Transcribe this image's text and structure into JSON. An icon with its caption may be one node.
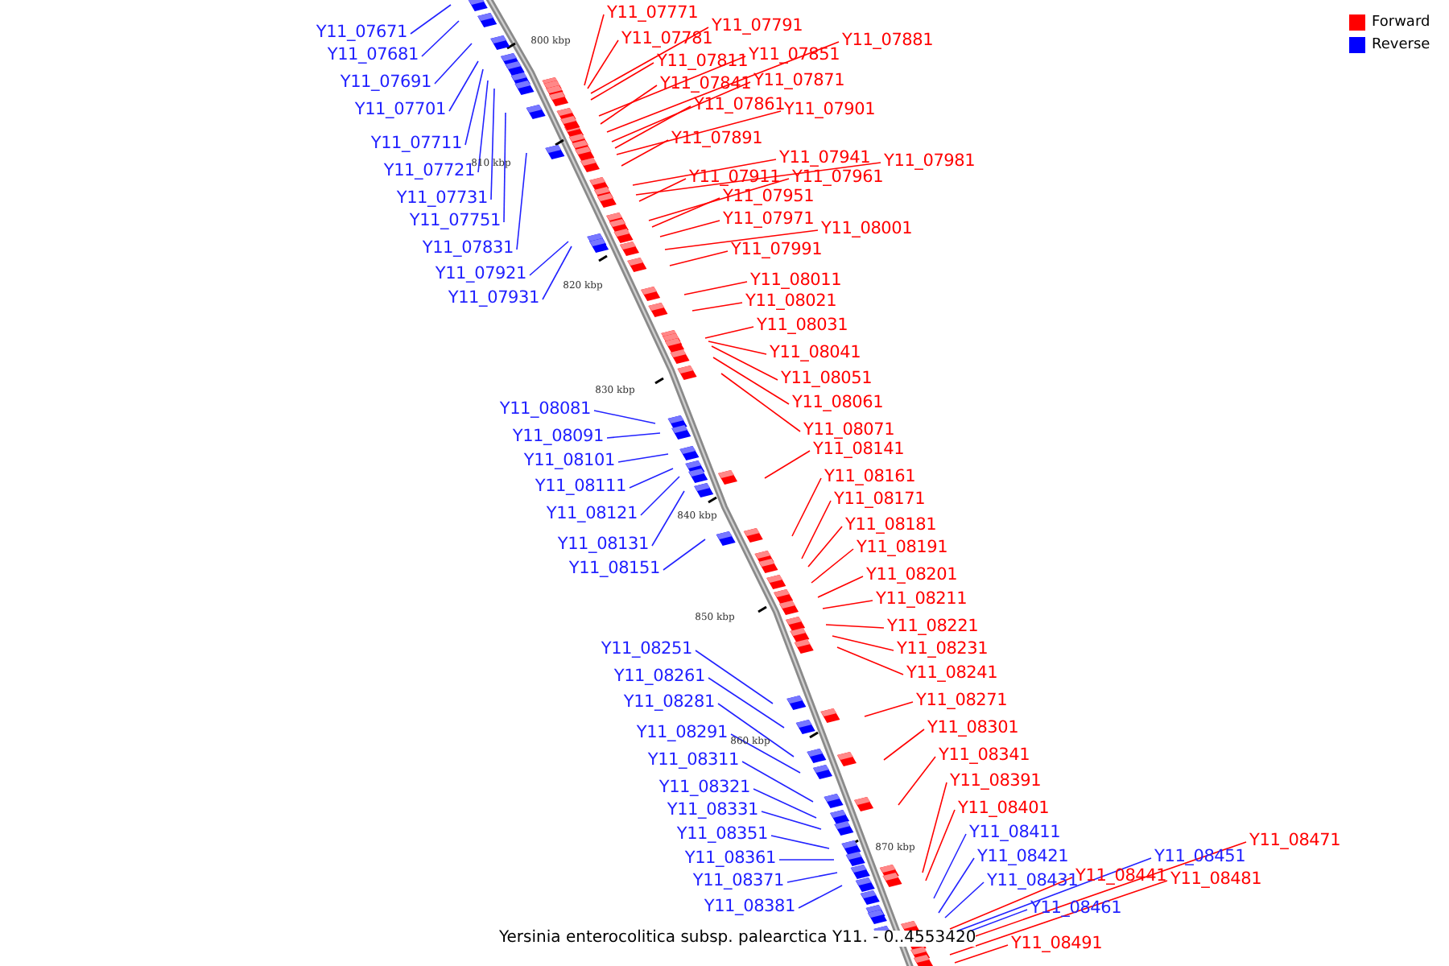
{
  "diagram": {
    "caption": "Yersinia enterocolitica subsp. palearctica Y11. - 0..4553420",
    "nodes": [
      {
        "text": [
          "Y11_07671"
        ]
      },
      {
        "text": [
          "Y11_07681"
        ]
      },
      {
        "text": [
          "Y11_07691"
        ]
      },
      {
        "text": [
          "Y11_07701"
        ]
      },
      {
        "text": [
          "Y11_07711"
        ]
      },
      {
        "text": [
          "Y11_07721"
        ]
      },
      {
        "text": [
          "Y11_07731"
        ]
      },
      {
        "text": [
          "Y11_07751"
        ]
      },
      {
        "text": [
          "Y11_07831"
        ]
      },
      {
        "text": [
          "Y11_07921"
        ]
      },
      {
        "text": [
          "Y11_07931"
        ]
      },
      {
        "text": [
          "Y11_08081"
        ]
      },
      {
        "text": [
          "Y11_08091"
        ]
      },
      {
        "text": [
          "Y11_08101"
        ]
      },
      {
        "text": [
          "Y11_08111"
        ]
      },
      {
        "text": [
          "Y11_08121"
        ]
      },
      {
        "text": [
          "Y11_08131"
        ]
      },
      {
        "text": [
          "Y11_08151"
        ]
      },
      {
        "text": [
          "Y11_08251"
        ]
      },
      {
        "text": [
          "Y11_08261"
        ]
      },
      {
        "text": [
          "Y11_08281"
        ]
      },
      {
        "text": [
          "Y11_08291"
        ]
      },
      {
        "text": [
          "Y11_08311"
        ]
      },
      {
        "text": [
          "Y11_08321"
        ]
      },
      {
        "text": [
          "Y11_08331"
        ]
      },
      {
        "text": [
          "Y11_08351"
        ]
      },
      {
        "text": [
          "Y11_08361"
        ]
      },
      {
        "text": [
          "Y11_08371"
        ]
      },
      {
        "text": [
          "Y11_08381"
        ]
      },
      {
        "text": [
          "Y11_07771"
        ]
      },
      {
        "text": [
          "Y11_07781"
        ]
      },
      {
        "text": [
          "Y11_07791"
        ]
      },
      {
        "text": [
          "Y11_07811"
        ]
      },
      {
        "text": [
          "Y11_07851"
        ]
      },
      {
        "text": [
          "Y11_07881"
        ]
      },
      {
        "text": [
          "Y11_07841"
        ]
      },
      {
        "text": [
          "Y11_07871"
        ]
      },
      {
        "text": [
          "Y11_07861"
        ]
      },
      {
        "text": [
          "Y11_07901"
        ]
      },
      {
        "text": [
          "Y11_07891"
        ]
      },
      {
        "text": [
          "Y11_07941"
        ]
      },
      {
        "text": [
          "Y11_07981"
        ]
      },
      {
        "text": [
          "Y11_07911"
        ]
      },
      {
        "text": [
          "Y11_07961"
        ]
      },
      {
        "text": [
          "Y11_07951"
        ]
      },
      {
        "text": [
          "Y11_07971"
        ]
      },
      {
        "text": [
          "Y11_08001"
        ]
      },
      {
        "text": [
          "Y11_07991"
        ]
      },
      {
        "text": [
          "Y11_08011"
        ]
      },
      {
        "text": [
          "Y11_08021"
        ]
      },
      {
        "text": [
          "Y11_08031"
        ]
      },
      {
        "text": [
          "Y11_08041"
        ]
      },
      {
        "text": [
          "Y11_08051"
        ]
      },
      {
        "text": [
          "Y11_08061"
        ]
      },
      {
        "text": [
          "Y11_08071"
        ]
      },
      {
        "text": [
          "Y11_08141"
        ]
      },
      {
        "text": [
          "Y11_08161"
        ]
      },
      {
        "text": [
          "Y11_08171"
        ]
      },
      {
        "text": [
          "Y11_08181"
        ]
      },
      {
        "text": [
          "Y11_08191"
        ]
      },
      {
        "text": [
          "Y11_08201"
        ]
      },
      {
        "text": [
          "Y11_08211"
        ]
      },
      {
        "text": [
          "Y11_08221"
        ]
      },
      {
        "text": [
          "Y11_08231"
        ]
      },
      {
        "text": [
          "Y11_08241"
        ]
      },
      {
        "text": [
          "Y11_08271"
        ]
      },
      {
        "text": [
          "Y11_08301"
        ]
      },
      {
        "text": [
          "Y11_08341"
        ]
      },
      {
        "text": [
          "Y11_08391"
        ]
      },
      {
        "text": [
          "Y11_08401"
        ]
      },
      {
        "text": [
          "Y11_08411"
        ]
      },
      {
        "text": [
          "Y11_08421"
        ]
      },
      {
        "text": [
          "Y11_08431"
        ]
      },
      {
        "text": [
          "Y11_08441"
        ]
      },
      {
        "text": [
          "Y11_08451"
        ]
      },
      {
        "text": [
          "Y11_08471"
        ]
      },
      {
        "text": [
          "Y11_08481"
        ]
      },
      {
        "text": [
          "Y11_08461"
        ]
      },
      {
        "text": [
          "Y11_08491"
        ]
      }
    ],
    "edges": [
      {
        "from": 0,
        "to": null,
        "arrow": "none",
        "color": "#2222ff"
      },
      {
        "from": 1,
        "to": null,
        "arrow": "none",
        "color": "#2222ff"
      },
      {
        "from": 2,
        "to": null,
        "arrow": "none",
        "color": "#2222ff"
      },
      {
        "from": 3,
        "to": null,
        "arrow": "none",
        "color": "#2222ff"
      },
      {
        "from": 4,
        "to": null,
        "arrow": "none",
        "color": "#2222ff"
      },
      {
        "from": 5,
        "to": null,
        "arrow": "none",
        "color": "#2222ff"
      },
      {
        "from": 6,
        "to": null,
        "arrow": "none",
        "color": "#2222ff"
      },
      {
        "from": 7,
        "to": null,
        "arrow": "none",
        "color": "#2222ff"
      },
      {
        "from": 8,
        "to": null,
        "arrow": "none",
        "color": "#2222ff"
      },
      {
        "from": 9,
        "to": null,
        "arrow": "none",
        "color": "#2222ff"
      },
      {
        "from": 10,
        "to": null,
        "arrow": "none",
        "color": "#2222ff"
      },
      {
        "from": 11,
        "to": null,
        "arrow": "none",
        "color": "#2222ff"
      },
      {
        "from": 12,
        "to": null,
        "arrow": "none",
        "color": "#2222ff"
      },
      {
        "from": 13,
        "to": null,
        "arrow": "none",
        "color": "#2222ff"
      },
      {
        "from": 14,
        "to": null,
        "arrow": "none",
        "color": "#2222ff"
      },
      {
        "from": 15,
        "to": null,
        "arrow": "none",
        "color": "#2222ff"
      },
      {
        "from": 16,
        "to": null,
        "arrow": "none",
        "color": "#2222ff"
      },
      {
        "from": 17,
        "to": null,
        "arrow": "none",
        "color": "#2222ff"
      },
      {
        "from": 18,
        "to": null,
        "arrow": "none",
        "color": "#2222ff"
      },
      {
        "from": 19,
        "to": null,
        "arrow": "none",
        "color": "#2222ff"
      },
      {
        "from": 20,
        "to": null,
        "arrow": "none",
        "color": "#2222ff"
      },
      {
        "from": 21,
        "to": null,
        "arrow": "none",
        "color": "#2222ff"
      },
      {
        "from": 22,
        "to": null,
        "arrow": "none",
        "color": "#2222ff"
      },
      {
        "from": 23,
        "to": null,
        "arrow": "none",
        "color": "#2222ff"
      },
      {
        "from": 24,
        "to": null,
        "arrow": "none",
        "color": "#2222ff"
      },
      {
        "from": 25,
        "to": null,
        "arrow": "none",
        "color": "#2222ff"
      },
      {
        "from": 26,
        "to": null,
        "arrow": "none",
        "color": "#2222ff"
      },
      {
        "from": 27,
        "to": null,
        "arrow": "none",
        "color": "#2222ff"
      },
      {
        "from": 28,
        "to": null,
        "arrow": "none",
        "color": "#2222ff"
      },
      {
        "from": 29,
        "to": null,
        "arrow": "none"
      },
      {
        "from": 30,
        "to": null,
        "arrow": "none"
      },
      {
        "from": 31,
        "to": null,
        "arrow": "none"
      },
      {
        "from": 32,
        "to": null,
        "arrow": "none"
      },
      {
        "from": 33,
        "to": null,
        "arrow": "none"
      },
      {
        "from": 34,
        "to": null,
        "arrow": "none"
      },
      {
        "from": 35,
        "to": null,
        "arrow": "none"
      },
      {
        "from": 36,
        "to": null,
        "arrow": "none"
      },
      {
        "from": 37,
        "to": null,
        "arrow": "none"
      },
      {
        "from": 38,
        "to": null,
        "arrow": "none"
      },
      {
        "from": 39,
        "to": null,
        "arrow": "none"
      },
      {
        "from": 40,
        "to": null,
        "arrow": "none"
      },
      {
        "from": 41,
        "to": null,
        "arrow": "none"
      },
      {
        "from": 42,
        "to": null,
        "arrow": "none"
      },
      {
        "from": 43,
        "to": null,
        "arrow": "none"
      },
      {
        "from": 44,
        "to": null,
        "arrow": "none"
      },
      {
        "from": 45,
        "to": null,
        "arrow": "none"
      },
      {
        "from": 46,
        "to": null,
        "arrow": "none"
      },
      {
        "from": 47,
        "to": null,
        "arrow": "none"
      },
      {
        "from": 48,
        "to": null,
        "arrow": "none"
      },
      {
        "from": 49,
        "to": null,
        "arrow": "none"
      },
      {
        "from": 50,
        "to": null,
        "arrow": "none"
      },
      {
        "from": 51,
        "to": null,
        "arrow": "none"
      },
      {
        "from": 52,
        "to": null,
        "arrow": "none"
      },
      {
        "from": 53,
        "to": null,
        "arrow": "none"
      },
      {
        "from": 54,
        "to": null,
        "arrow": "none"
      },
      {
        "from": 55,
        "to": null,
        "arrow": "none"
      },
      {
        "from": 56,
        "to": null,
        "arrow": "none"
      },
      {
        "from": 57,
        "to": null,
        "arrow": "none"
      },
      {
        "from": 58,
        "to": null,
        "arrow": "none"
      },
      {
        "from": 59,
        "to": null,
        "arrow": "none"
      },
      {
        "from": 60,
        "to": null,
        "arrow": "none"
      },
      {
        "from": 61,
        "to": null,
        "arrow": "none"
      },
      {
        "from": 62,
        "to": null,
        "arrow": "none"
      },
      {
        "from": 63,
        "to": null,
        "arrow": "none"
      },
      {
        "from": 64,
        "to": null,
        "arrow": "none"
      },
      {
        "from": 65,
        "to": null,
        "arrow": "none"
      },
      {
        "from": 66,
        "to": null,
        "arrow": "none"
      },
      {
        "from": 67,
        "to": null,
        "arrow": "none"
      },
      {
        "from": 68,
        "to": null,
        "arrow": "none"
      },
      {
        "from": 69,
        "to": null,
        "arrow": "none"
      },
      {
        "from": 70,
        "to": null,
        "arrow": "none",
        "color": "#2222ff"
      },
      {
        "from": 71,
        "to": null,
        "arrow": "none",
        "color": "#2222ff"
      },
      {
        "from": 72,
        "to": null,
        "arrow": "none",
        "color": "#2222ff"
      },
      {
        "from": 73,
        "to": null,
        "arrow": "none"
      },
      {
        "from": 74,
        "to": null,
        "arrow": "none",
        "color": "#2222ff"
      },
      {
        "from": 75,
        "to": null,
        "arrow": "none"
      },
      {
        "from": 76,
        "to": null,
        "arrow": "none"
      },
      {
        "from": 77,
        "to": null,
        "arrow": "none",
        "color": "#2222ff"
      },
      {
        "from": 78,
        "to": null,
        "arrow": "none"
      }
    ],
    "labels": [
      "800 kbp",
      "810 kbp",
      "820 kbp",
      "830 kbp",
      "840 kbp",
      "850 kbp",
      "860 kbp",
      "870 kbp"
    ],
    "legend": [
      {
        "text": "Forward",
        "color": "#ff0000"
      },
      {
        "text": "Reverse",
        "color": "#0000ff"
      }
    ]
  }
}
